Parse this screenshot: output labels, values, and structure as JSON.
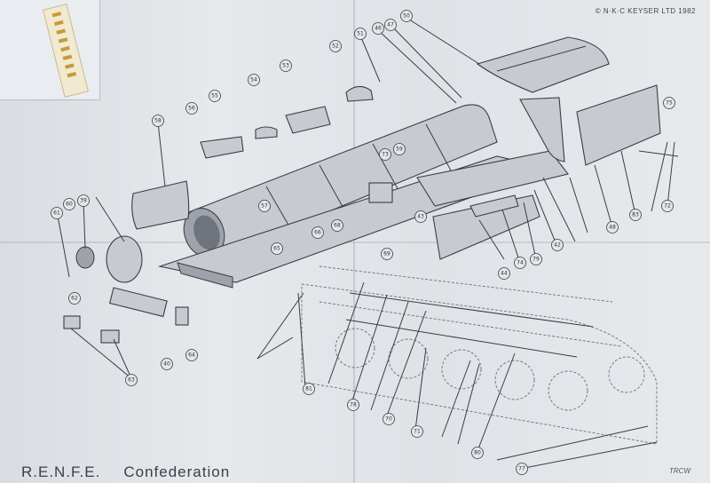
{
  "sheet": {
    "title_left": "R.E.N.F.E.",
    "title_right": "Confederation",
    "copyright": "© N·K·C KEYSER LTD 1982",
    "credit": "TRCW"
  },
  "part_numbers": [
    "50",
    "47",
    "46",
    "51",
    "52",
    "53",
    "54",
    "55",
    "56",
    "58",
    "75",
    "73",
    "57",
    "59",
    "68",
    "66",
    "65",
    "61",
    "60",
    "39",
    "62",
    "64",
    "40",
    "63",
    "43",
    "44",
    "74",
    "79",
    "42",
    "69",
    "48",
    "83",
    "72",
    "71",
    "70",
    "78",
    "80",
    "77",
    "81"
  ]
}
